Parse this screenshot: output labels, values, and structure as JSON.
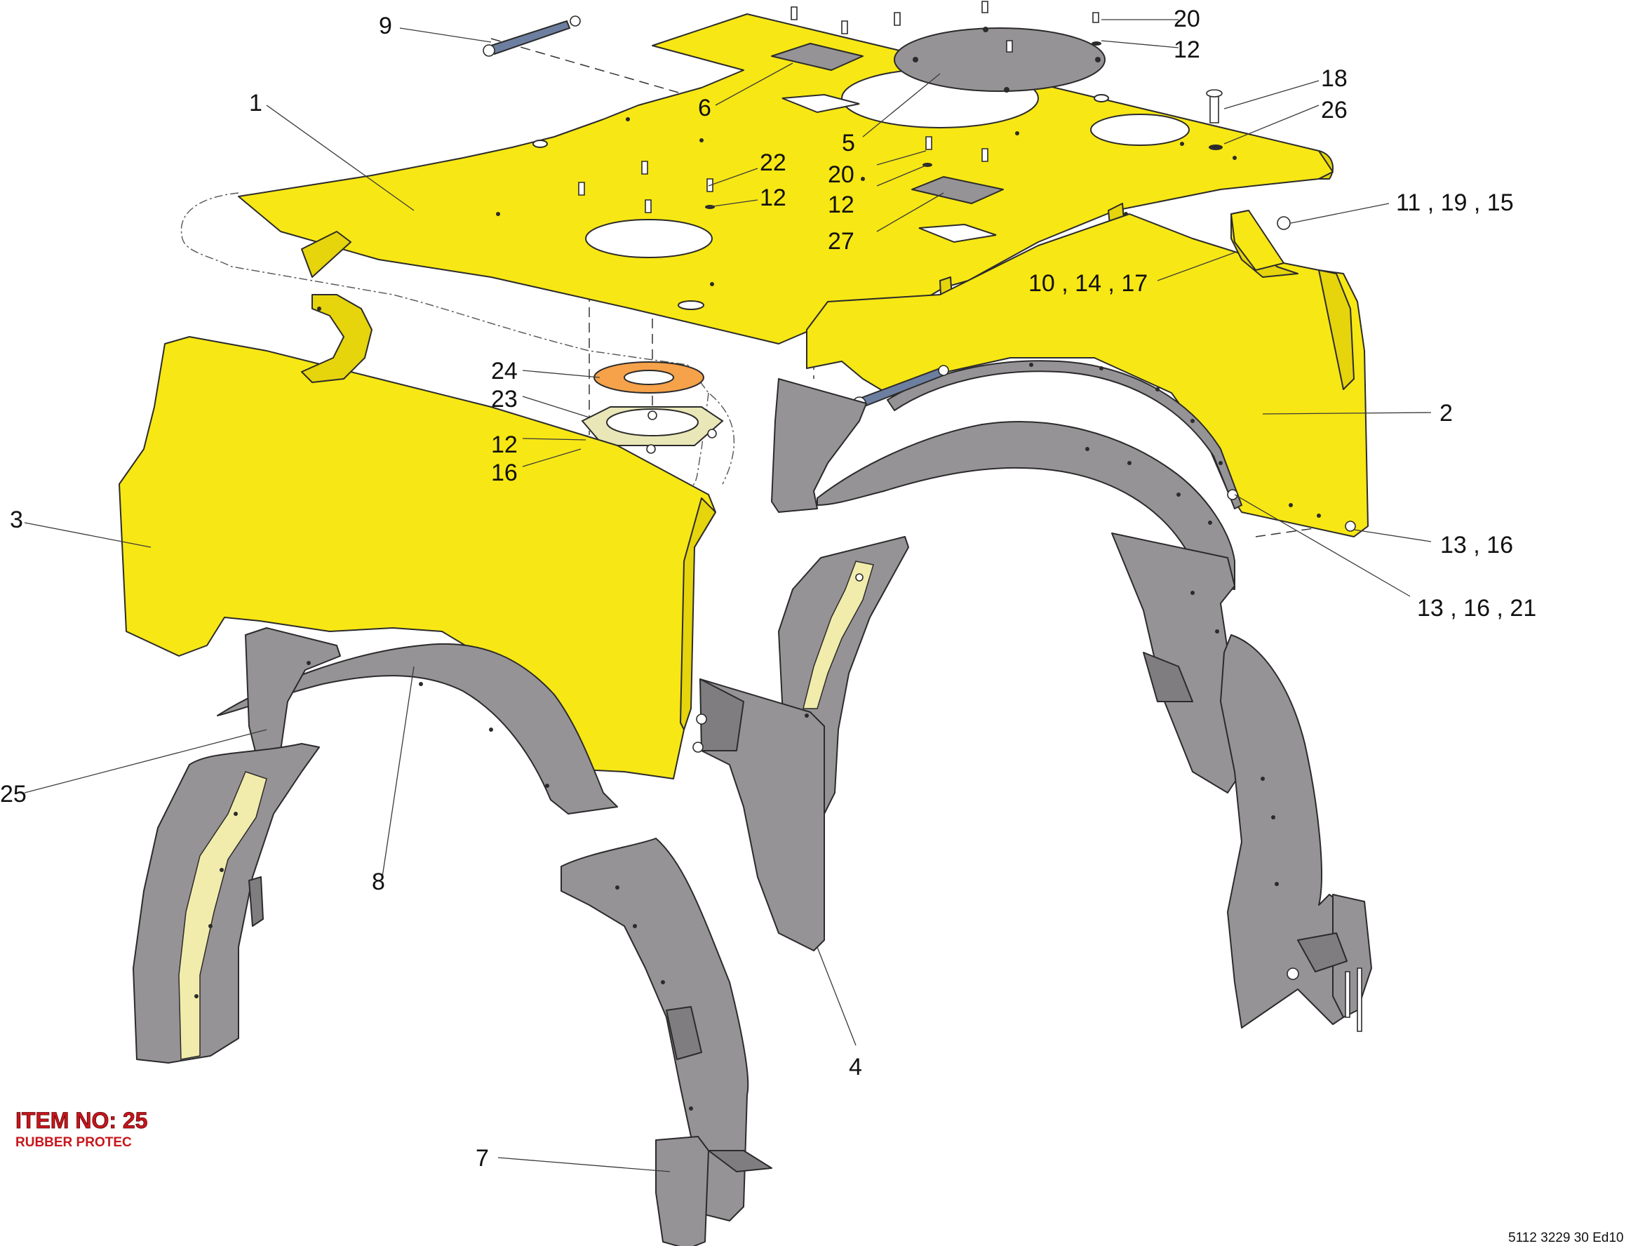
{
  "callouts": [
    {
      "id": "c9",
      "text": "9"
    },
    {
      "id": "c1",
      "text": "1"
    },
    {
      "id": "c6",
      "text": "6"
    },
    {
      "id": "c5",
      "text": "5"
    },
    {
      "id": "c20a",
      "text": "20"
    },
    {
      "id": "c12a",
      "text": "12"
    },
    {
      "id": "c18",
      "text": "18"
    },
    {
      "id": "c26",
      "text": "26"
    },
    {
      "id": "c22",
      "text": "22"
    },
    {
      "id": "c12b",
      "text": "12"
    },
    {
      "id": "c20b",
      "text": "20"
    },
    {
      "id": "c12c",
      "text": "12"
    },
    {
      "id": "c27",
      "text": "27"
    },
    {
      "id": "c11_19_15",
      "text": "11 , 19 , 15"
    },
    {
      "id": "c10_14_17",
      "text": "10 , 14 , 17"
    },
    {
      "id": "c24",
      "text": "24"
    },
    {
      "id": "c23",
      "text": "23"
    },
    {
      "id": "c12d",
      "text": "12"
    },
    {
      "id": "c16",
      "text": "16"
    },
    {
      "id": "c2",
      "text": "2"
    },
    {
      "id": "c3",
      "text": "3"
    },
    {
      "id": "c13_16",
      "text": "13 , 16"
    },
    {
      "id": "c13_16_21",
      "text": "13 , 16 , 21"
    },
    {
      "id": "c25",
      "text": "25"
    },
    {
      "id": "c8",
      "text": "8"
    },
    {
      "id": "c4",
      "text": "4"
    },
    {
      "id": "c7",
      "text": "7"
    }
  ],
  "item_note": {
    "title": "ITEM NO: 25",
    "subtitle": "RUBBER PROTEC"
  },
  "part_code": "5112 3229 30 Ed10",
  "colors": {
    "sheet_metal": "#f7e714",
    "rubber": "#969396",
    "gasket": "#f5a24a",
    "flange": "#e9e7b7",
    "gas_strut": "#6d7fa0",
    "item_note": "#c8161d"
  }
}
